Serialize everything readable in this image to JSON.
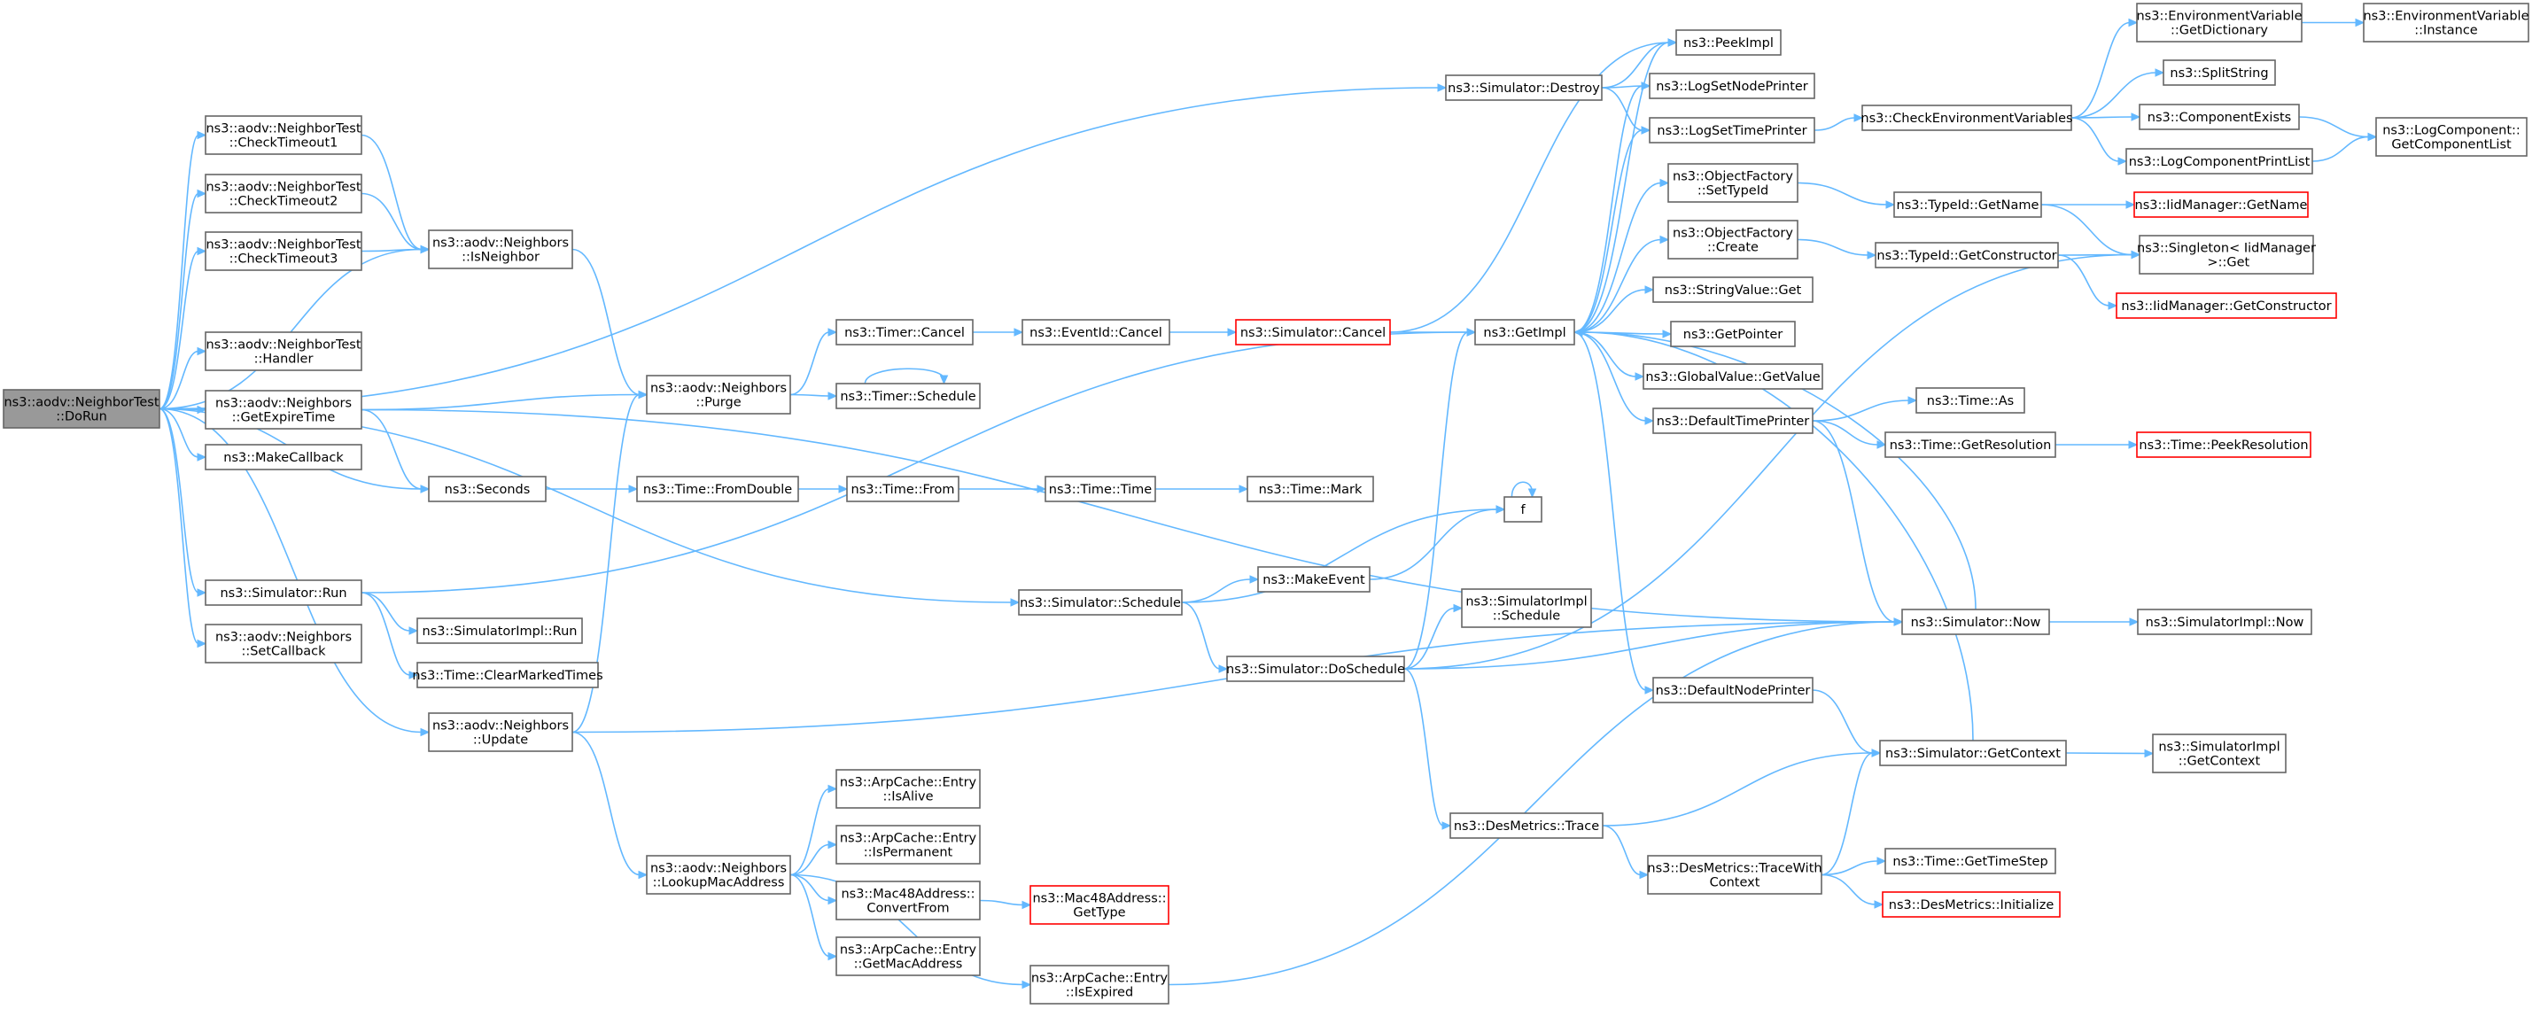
{
  "colors": {
    "edge": "#63b8ff",
    "node_border": "#666666",
    "root_fill": "#999999",
    "truncated_border": "#ff0000"
  },
  "nodes": [
    {
      "id": "dorun",
      "lines": [
        "ns3::aodv::NeighborTest",
        "::DoRun"
      ],
      "kind": "root"
    },
    {
      "id": "ct1",
      "lines": [
        "ns3::aodv::NeighborTest",
        "::CheckTimeout1"
      ]
    },
    {
      "id": "ct2",
      "lines": [
        "ns3::aodv::NeighborTest",
        "::CheckTimeout2"
      ]
    },
    {
      "id": "ct3",
      "lines": [
        "ns3::aodv::NeighborTest",
        "::CheckTimeout3"
      ]
    },
    {
      "id": "handler",
      "lines": [
        "ns3::aodv::NeighborTest",
        "::Handler"
      ]
    },
    {
      "id": "getexp",
      "lines": [
        "ns3::aodv::Neighbors",
        "::GetExpireTime"
      ]
    },
    {
      "id": "makecb",
      "lines": [
        "ns3::MakeCallback"
      ]
    },
    {
      "id": "simrun",
      "lines": [
        "ns3::Simulator::Run"
      ]
    },
    {
      "id": "setcb",
      "lines": [
        "ns3::aodv::Neighbors",
        "::SetCallback"
      ]
    },
    {
      "id": "isneighbor",
      "lines": [
        "ns3::aodv::Neighbors",
        "::IsNeighbor"
      ]
    },
    {
      "id": "seconds",
      "lines": [
        "ns3::Seconds"
      ]
    },
    {
      "id": "simimplrun",
      "lines": [
        "ns3::SimulatorImpl::Run"
      ]
    },
    {
      "id": "clearmarked",
      "lines": [
        "ns3::Time::ClearMarkedTimes"
      ]
    },
    {
      "id": "update",
      "lines": [
        "ns3::aodv::Neighbors",
        "::Update"
      ]
    },
    {
      "id": "purge",
      "lines": [
        "ns3::aodv::Neighbors",
        "::Purge"
      ]
    },
    {
      "id": "fromdouble",
      "lines": [
        "ns3::Time::FromDouble"
      ]
    },
    {
      "id": "lookupmac",
      "lines": [
        "ns3::aodv::Neighbors",
        "::LookupMacAddress"
      ]
    },
    {
      "id": "timercancel",
      "lines": [
        "ns3::Timer::Cancel"
      ]
    },
    {
      "id": "timersched",
      "lines": [
        "ns3::Timer::Schedule"
      ]
    },
    {
      "id": "timefrom",
      "lines": [
        "ns3::Time::From"
      ]
    },
    {
      "id": "simschedule",
      "lines": [
        "ns3::Simulator::Schedule"
      ]
    },
    {
      "id": "isalive",
      "lines": [
        "ns3::ArpCache::Entry",
        "::IsAlive"
      ]
    },
    {
      "id": "isperm",
      "lines": [
        "ns3::ArpCache::Entry",
        "::IsPermanent"
      ]
    },
    {
      "id": "convfrom",
      "lines": [
        "ns3::Mac48Address::",
        "ConvertFrom"
      ]
    },
    {
      "id": "getmac",
      "lines": [
        "ns3::ArpCache::Entry",
        "::GetMacAddress"
      ]
    },
    {
      "id": "eventcancel",
      "lines": [
        "ns3::EventId::Cancel"
      ]
    },
    {
      "id": "timetime",
      "lines": [
        "ns3::Time::Time"
      ]
    },
    {
      "id": "macgettype",
      "lines": [
        "ns3::Mac48Address::",
        "GetType"
      ],
      "kind": "red"
    },
    {
      "id": "isexpired",
      "lines": [
        "ns3::ArpCache::Entry",
        "::IsExpired"
      ]
    },
    {
      "id": "simcancel",
      "lines": [
        "ns3::Simulator::Cancel"
      ],
      "kind": "red"
    },
    {
      "id": "timemark",
      "lines": [
        "ns3::Time::Mark"
      ]
    },
    {
      "id": "makeevent",
      "lines": [
        "ns3::MakeEvent"
      ]
    },
    {
      "id": "dosched",
      "lines": [
        "ns3::Simulator::DoSchedule"
      ]
    },
    {
      "id": "simdestroy",
      "lines": [
        "ns3::Simulator::Destroy"
      ]
    },
    {
      "id": "getimpl",
      "lines": [
        "ns3::GetImpl"
      ]
    },
    {
      "id": "f",
      "lines": [
        "f"
      ]
    },
    {
      "id": "simimplsched",
      "lines": [
        "ns3::SimulatorImpl",
        "::Schedule"
      ]
    },
    {
      "id": "desmtrace",
      "lines": [
        "ns3::DesMetrics::Trace"
      ]
    },
    {
      "id": "peekimpl",
      "lines": [
        "ns3::PeekImpl"
      ]
    },
    {
      "id": "logsetnode",
      "lines": [
        "ns3::LogSetNodePrinter"
      ]
    },
    {
      "id": "logsettime",
      "lines": [
        "ns3::LogSetTimePrinter"
      ]
    },
    {
      "id": "ofsettypeid",
      "lines": [
        "ns3::ObjectFactory",
        "::SetTypeId"
      ]
    },
    {
      "id": "ofcreate",
      "lines": [
        "ns3::ObjectFactory",
        "::Create"
      ]
    },
    {
      "id": "strvalget",
      "lines": [
        "ns3::StringValue::Get"
      ]
    },
    {
      "id": "getpointer",
      "lines": [
        "ns3::GetPointer"
      ]
    },
    {
      "id": "gvgetvalue",
      "lines": [
        "ns3::GlobalValue::GetValue"
      ]
    },
    {
      "id": "deftimeprinter",
      "lines": [
        "ns3::DefaultTimePrinter"
      ]
    },
    {
      "id": "defnodeprinter",
      "lines": [
        "ns3::DefaultNodePrinter"
      ]
    },
    {
      "id": "tracewithctx",
      "lines": [
        "ns3::DesMetrics::TraceWith",
        "Context"
      ]
    },
    {
      "id": "checkenv",
      "lines": [
        "ns3::CheckEnvironmentVariables"
      ]
    },
    {
      "id": "typeidgetname",
      "lines": [
        "ns3::TypeId::GetName"
      ]
    },
    {
      "id": "typeidgetctor",
      "lines": [
        "ns3::TypeId::GetConstructor"
      ]
    },
    {
      "id": "timeas",
      "lines": [
        "ns3::Time::As"
      ]
    },
    {
      "id": "timegetres",
      "lines": [
        "ns3::Time::GetResolution"
      ]
    },
    {
      "id": "simnow",
      "lines": [
        "ns3::Simulator::Now"
      ]
    },
    {
      "id": "simgetctx",
      "lines": [
        "ns3::Simulator::GetContext"
      ]
    },
    {
      "id": "timegetstep",
      "lines": [
        "ns3::Time::GetTimeStep"
      ]
    },
    {
      "id": "desminit",
      "lines": [
        "ns3::DesMetrics::Initialize"
      ],
      "kind": "red"
    },
    {
      "id": "envgetdict",
      "lines": [
        "ns3::EnvironmentVariable",
        "::GetDictionary"
      ]
    },
    {
      "id": "splitstring",
      "lines": [
        "ns3::SplitString"
      ]
    },
    {
      "id": "compexists",
      "lines": [
        "ns3::ComponentExists"
      ]
    },
    {
      "id": "logcompprint",
      "lines": [
        "ns3::LogComponentPrintList"
      ]
    },
    {
      "id": "iidgetname",
      "lines": [
        "ns3::IidManager::GetName"
      ],
      "kind": "red"
    },
    {
      "id": "singletonget",
      "lines": [
        "ns3::Singleton< IidManager",
        " >::Get"
      ]
    },
    {
      "id": "iidgetctor",
      "lines": [
        "ns3::IidManager::GetConstructor"
      ],
      "kind": "red"
    },
    {
      "id": "peekres",
      "lines": [
        "ns3::Time::PeekResolution"
      ],
      "kind": "red"
    },
    {
      "id": "simimplnow",
      "lines": [
        "ns3::SimulatorImpl::Now"
      ]
    },
    {
      "id": "simimplctx",
      "lines": [
        "ns3::SimulatorImpl",
        "::GetContext"
      ]
    },
    {
      "id": "envinstance",
      "lines": [
        "ns3::EnvironmentVariable",
        "::Instance"
      ]
    },
    {
      "id": "logcompget",
      "lines": [
        "ns3::LogComponent::",
        "GetComponentList"
      ]
    }
  ],
  "edges": [
    [
      "dorun",
      "ct1"
    ],
    [
      "dorun",
      "ct2"
    ],
    [
      "dorun",
      "ct3"
    ],
    [
      "dorun",
      "handler"
    ],
    [
      "dorun",
      "getexp"
    ],
    [
      "dorun",
      "makecb"
    ],
    [
      "dorun",
      "simrun"
    ],
    [
      "dorun",
      "setcb"
    ],
    [
      "dorun",
      "isneighbor"
    ],
    [
      "dorun",
      "seconds"
    ],
    [
      "dorun",
      "update"
    ],
    [
      "dorun",
      "simschedule"
    ],
    [
      "dorun",
      "simdestroy"
    ],
    [
      "ct1",
      "isneighbor"
    ],
    [
      "ct2",
      "isneighbor"
    ],
    [
      "ct3",
      "isneighbor"
    ],
    [
      "isneighbor",
      "purge"
    ],
    [
      "getexp",
      "purge"
    ],
    [
      "getexp",
      "seconds"
    ],
    [
      "getexp",
      "simnow"
    ],
    [
      "simrun",
      "simimplrun"
    ],
    [
      "simrun",
      "clearmarked"
    ],
    [
      "simrun",
      "getimpl"
    ],
    [
      "update",
      "purge"
    ],
    [
      "update",
      "lookupmac"
    ],
    [
      "update",
      "simnow"
    ],
    [
      "seconds",
      "fromdouble"
    ],
    [
      "purge",
      "timercancel"
    ],
    [
      "purge",
      "timersched"
    ],
    [
      "timersched",
      "timersched"
    ],
    [
      "fromdouble",
      "timefrom"
    ],
    [
      "timefrom",
      "timetime"
    ],
    [
      "timetime",
      "timemark"
    ],
    [
      "timercancel",
      "eventcancel"
    ],
    [
      "eventcancel",
      "simcancel"
    ],
    [
      "simcancel",
      "getimpl"
    ],
    [
      "simcancel",
      "peekimpl"
    ],
    [
      "lookupmac",
      "isalive"
    ],
    [
      "lookupmac",
      "isperm"
    ],
    [
      "lookupmac",
      "convfrom"
    ],
    [
      "lookupmac",
      "getmac"
    ],
    [
      "lookupmac",
      "isexpired"
    ],
    [
      "convfrom",
      "macgettype"
    ],
    [
      "isexpired",
      "simnow"
    ],
    [
      "simschedule",
      "makeevent"
    ],
    [
      "simschedule",
      "dosched"
    ],
    [
      "simschedule",
      "f"
    ],
    [
      "makeevent",
      "f"
    ],
    [
      "f",
      "f"
    ],
    [
      "dosched",
      "getimpl"
    ],
    [
      "dosched",
      "simimplsched"
    ],
    [
      "dosched",
      "desmtrace"
    ],
    [
      "dosched",
      "simnow"
    ],
    [
      "dosched",
      "singletonget"
    ],
    [
      "simdestroy",
      "peekimpl"
    ],
    [
      "simdestroy",
      "logsetnode"
    ],
    [
      "simdestroy",
      "logsettime"
    ],
    [
      "getimpl",
      "peekimpl"
    ],
    [
      "getimpl",
      "logsetnode"
    ],
    [
      "getimpl",
      "logsettime"
    ],
    [
      "getimpl",
      "ofsettypeid"
    ],
    [
      "getimpl",
      "ofcreate"
    ],
    [
      "getimpl",
      "strvalget"
    ],
    [
      "getimpl",
      "getpointer"
    ],
    [
      "getimpl",
      "gvgetvalue"
    ],
    [
      "getimpl",
      "deftimeprinter"
    ],
    [
      "getimpl",
      "defnodeprinter"
    ],
    [
      "logsettime",
      "checkenv"
    ],
    [
      "ofsettypeid",
      "typeidgetname"
    ],
    [
      "ofcreate",
      "typeidgetctor"
    ],
    [
      "deftimeprinter",
      "timeas"
    ],
    [
      "deftimeprinter",
      "timegetres"
    ],
    [
      "deftimeprinter",
      "simnow"
    ],
    [
      "defnodeprinter",
      "simgetctx"
    ],
    [
      "desmtrace",
      "simgetctx"
    ],
    [
      "desmtrace",
      "tracewithctx"
    ],
    [
      "tracewithctx",
      "simgetctx"
    ],
    [
      "tracewithctx",
      "timegetstep"
    ],
    [
      "tracewithctx",
      "desminit"
    ],
    [
      "checkenv",
      "envgetdict"
    ],
    [
      "checkenv",
      "splitstring"
    ],
    [
      "checkenv",
      "compexists"
    ],
    [
      "checkenv",
      "logcompprint"
    ],
    [
      "envgetdict",
      "envinstance"
    ],
    [
      "compexists",
      "logcompget"
    ],
    [
      "logcompprint",
      "logcompget"
    ],
    [
      "typeidgetname",
      "iidgetname"
    ],
    [
      "typeidgetname",
      "singletonget"
    ],
    [
      "typeidgetctor",
      "singletonget"
    ],
    [
      "typeidgetctor",
      "iidgetctor"
    ],
    [
      "timegetres",
      "peekres"
    ],
    [
      "simnow",
      "getimpl"
    ],
    [
      "simnow",
      "simimplnow"
    ],
    [
      "simgetctx",
      "getimpl"
    ],
    [
      "simgetctx",
      "simimplctx"
    ]
  ]
}
